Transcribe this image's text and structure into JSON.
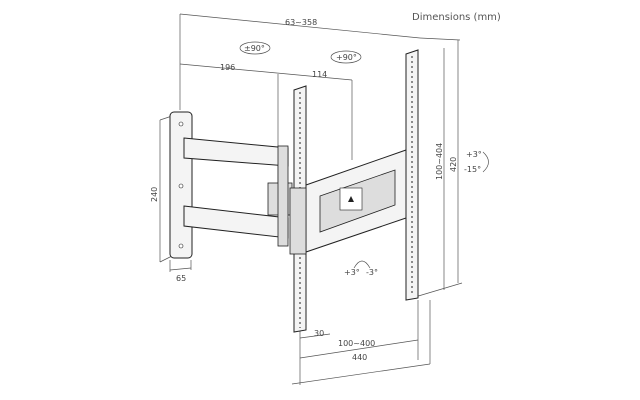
{
  "title": "Dimensions (mm)",
  "dimensions": {
    "arm_extension": "63~358",
    "swivel_left": "±90°",
    "swivel_right": "+90°",
    "arm_length_1": "196",
    "arm_length_2": "114",
    "vesa_vertical": "100~404",
    "rail_height": "420",
    "tilt_up": "+3°",
    "tilt_down": "-15°",
    "wall_plate_height": "240",
    "wall_plate_width": "65",
    "rotation_plus": "+3°",
    "rotation_minus": "-3°",
    "rail_offset": "30",
    "vesa_horizontal": "100~400",
    "bracket_width": "440"
  }
}
